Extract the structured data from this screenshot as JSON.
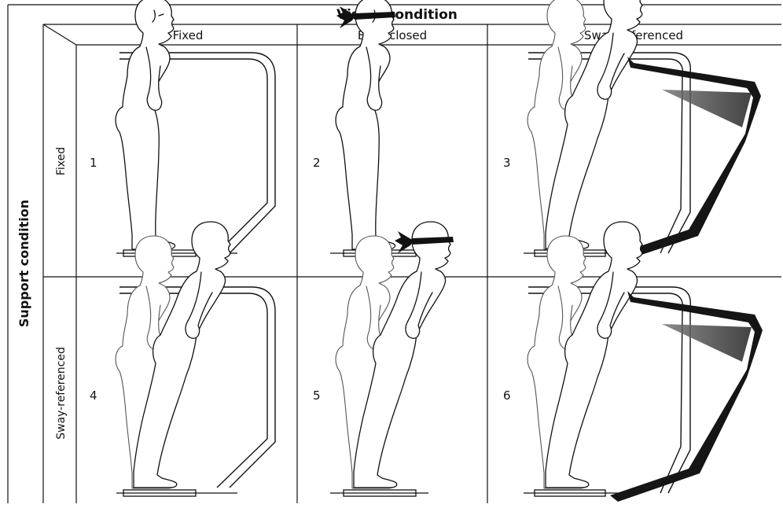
{
  "header": {
    "visual_title": "Visual condition",
    "support_title": "Support condition"
  },
  "columns": [
    {
      "label": "Fixed"
    },
    {
      "label": "Eyes closed"
    },
    {
      "label": "Sway-referenced"
    }
  ],
  "rows": [
    {
      "label": "Fixed"
    },
    {
      "label": "Sway-referenced"
    }
  ],
  "panels": [
    {
      "number": "1"
    },
    {
      "number": "2"
    },
    {
      "number": "3"
    },
    {
      "number": "4"
    },
    {
      "number": "5"
    },
    {
      "number": "6"
    }
  ]
}
